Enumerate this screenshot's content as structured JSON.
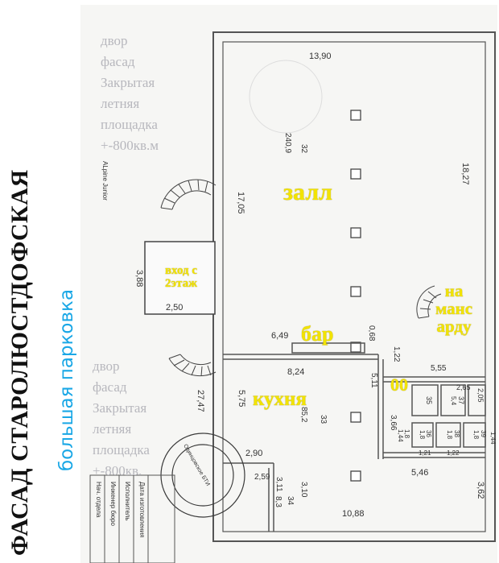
{
  "side_text": {
    "title": "ФАСАД СТАРОЛЮСТДОФСКАЯ",
    "parking": "большая парковка"
  },
  "notes": {
    "top": [
      "двор",
      "фасад",
      "Закрытая",
      "летняя",
      "площадка",
      "+-800кв.м"
    ],
    "bottom": [
      "двор",
      "фасад",
      "Закрытая",
      "летняя",
      "площадка",
      "+-800кв."
    ]
  },
  "labels": {
    "hall": "залл",
    "entrance_line1": "вход с",
    "entrance_line2": "2этаж",
    "bar": "бар",
    "kitchen": "кухня",
    "wc": "00",
    "attic_line1": "на",
    "attic_line2": "манс",
    "attic_line3": "арду"
  },
  "dimensions": {
    "top_width": "13,90",
    "hall_num": "32",
    "hall_area": "240,9",
    "right_height": "18,27",
    "left_height": "17,05",
    "stair_width": "3,88",
    "stair_depth": "2,50",
    "bar_len": "6,49",
    "bar_gap": "0,68",
    "right_122": "1,22",
    "kitchen_width": "8,24",
    "kitchen_5_11": "5,11",
    "kitchen_5_75": "5,75",
    "kitchen_num": "33",
    "kitchen_area": "85,2",
    "left_27_47": "27,47",
    "left_2_90": "2,90",
    "wc_5_55": "5,55",
    "wc_2_65": "2,65",
    "wc_2_05": "2,05",
    "r35": "35",
    "r37": "37",
    "r37_area": "5,4",
    "r3_66": "3,66",
    "r36": "36",
    "r36_area": "1,8",
    "r38": "38",
    "r38_area": "1,8",
    "r39": "39",
    "r39_area": "1,8",
    "r_left_num": "1,8",
    "r_left_a": "1,44",
    "r_1_21": "1,21",
    "r_1_22": "1,22",
    "r_1_44": "1,44",
    "corr_5_46": "5,46",
    "corr_3_62": "3,62",
    "small_2_59": "2,59",
    "small_3_11": "3,11",
    "small_3_10": "3,10",
    "r34": "34",
    "r34_area": "8,3",
    "bottom_width": "10,88",
    "alpine": "ALpine Junior"
  },
  "stamp": {
    "text": "Одинцовское БТИ"
  },
  "table_rows": [
    "Дата изготовления",
    "Исполнитель",
    "Инженер бюро",
    "Нач. отдела"
  ]
}
